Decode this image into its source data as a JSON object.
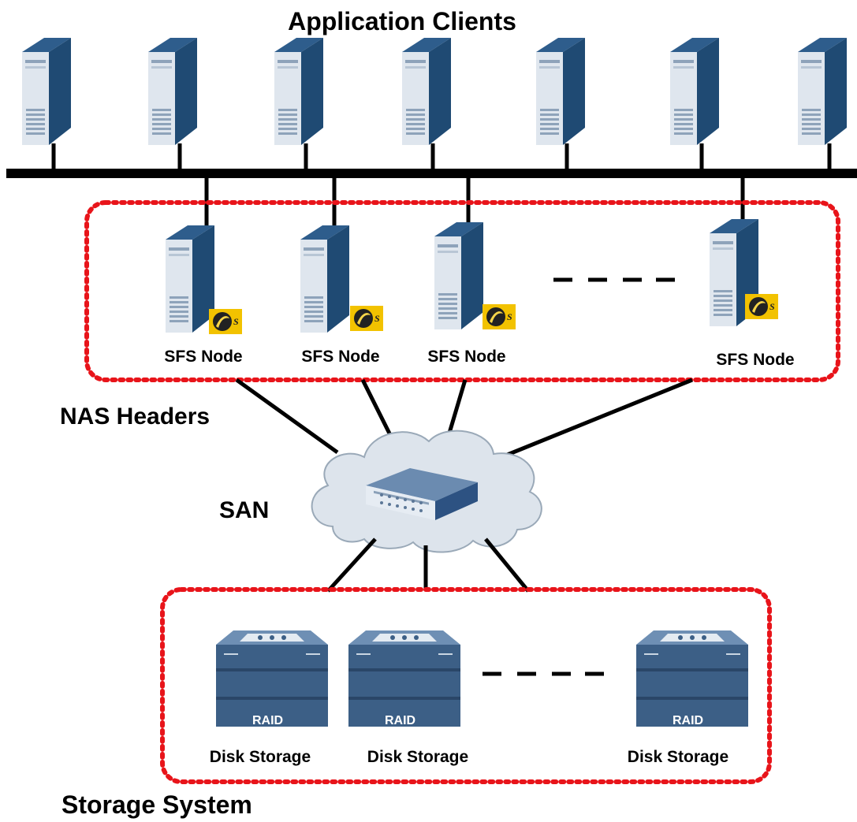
{
  "title": "Application Clients",
  "groups": {
    "nas_headers": "NAS Headers",
    "san": "SAN",
    "storage_system": "Storage System"
  },
  "nodes": {
    "sfs": [
      "SFS Node",
      "SFS Node",
      "SFS Node",
      "SFS Node"
    ],
    "disk": [
      "Disk Storage",
      "Disk Storage",
      "Disk Storage"
    ],
    "raid_badge": "RAID",
    "sfs_logo_letter": "S"
  },
  "colors": {
    "server_front": "#dfe6ee",
    "server_side": "#1f4a73",
    "server_top": "#2e5d8c",
    "dotted_border": "#e8141a",
    "cloud": "#dde4ec",
    "storage": "#3c5f86",
    "logo_bg": "#f2c200"
  },
  "icons": {
    "client": "server-tower-icon",
    "sfs": "sfs-server-icon",
    "switch": "network-switch-icon",
    "cloud": "san-cloud-icon",
    "disk": "raid-storage-icon"
  }
}
